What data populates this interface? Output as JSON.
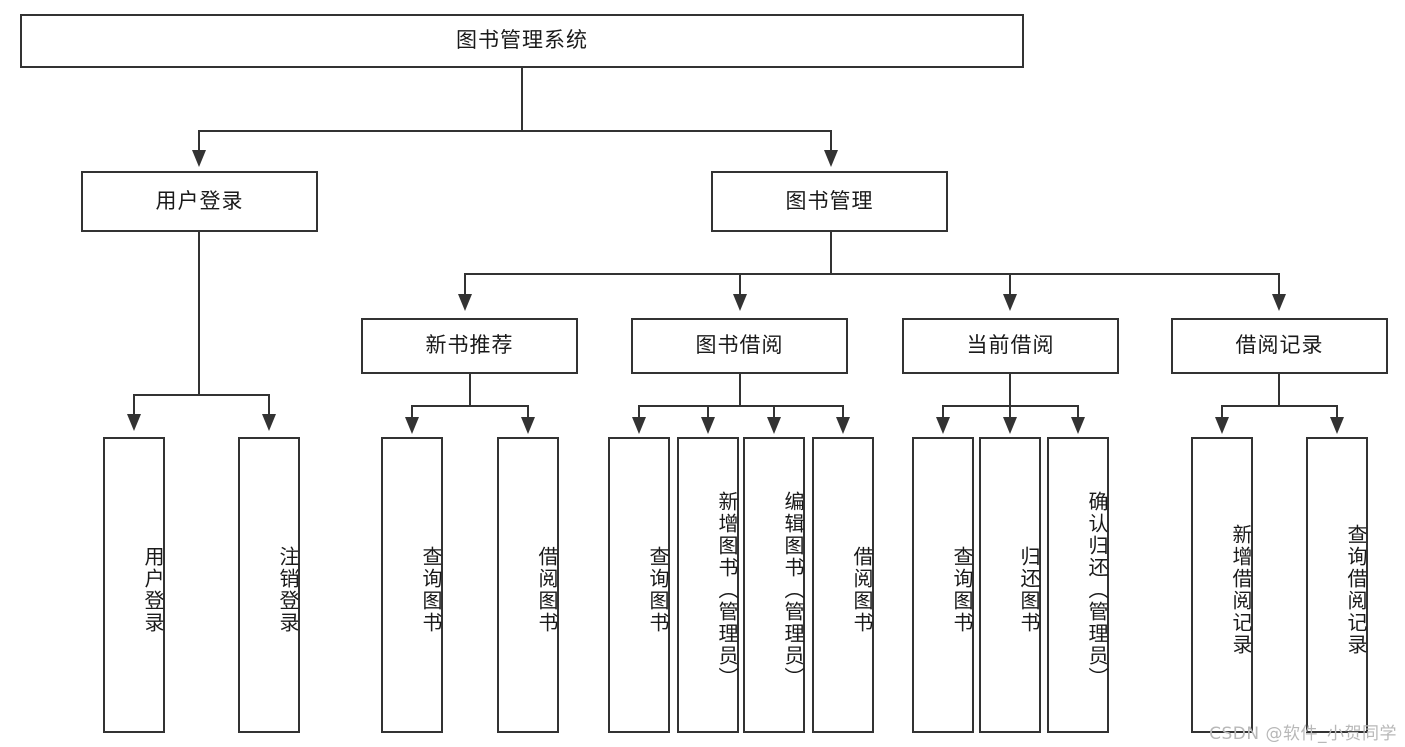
{
  "diagram": {
    "type": "tree-hierarchy",
    "title": "图书管理系统",
    "root": {
      "id": "root",
      "label": "图书管理系统"
    },
    "level2": [
      {
        "id": "user-login",
        "label": "用户登录"
      },
      {
        "id": "book-management",
        "label": "图书管理"
      }
    ],
    "level3": [
      {
        "id": "new-book-recommend",
        "label": "新书推荐",
        "parent": "book-management"
      },
      {
        "id": "book-borrow",
        "label": "图书借阅",
        "parent": "book-management"
      },
      {
        "id": "current-borrow",
        "label": "当前借阅",
        "parent": "book-management"
      },
      {
        "id": "borrow-record",
        "label": "借阅记录",
        "parent": "book-management"
      }
    ],
    "leaves": {
      "user_login": [
        {
          "id": "leaf-user-login",
          "label": "用户登录"
        },
        {
          "id": "leaf-logout-login",
          "label": "注销登录"
        }
      ],
      "new_book_recommend": [
        {
          "id": "leaf-query-book-1",
          "label": "查询图书"
        },
        {
          "id": "leaf-borrow-book-1",
          "label": "借阅图书"
        }
      ],
      "book_borrow": [
        {
          "id": "leaf-query-book-2",
          "label": "查询图书"
        },
        {
          "id": "leaf-add-book",
          "label": "新增图书（管理员）"
        },
        {
          "id": "leaf-edit-book",
          "label": "编辑图书（管理员）"
        },
        {
          "id": "leaf-borrow-book-2",
          "label": "借阅图书"
        }
      ],
      "current_borrow": [
        {
          "id": "leaf-query-book-3",
          "label": "查询图书"
        },
        {
          "id": "leaf-return-book",
          "label": "归还图书"
        },
        {
          "id": "leaf-confirm-return",
          "label": "确认归还（管理员）"
        }
      ],
      "borrow_record": [
        {
          "id": "leaf-add-record",
          "label": "新增借阅记录"
        },
        {
          "id": "leaf-query-record",
          "label": "查询借阅记录"
        }
      ]
    }
  },
  "watermark": {
    "text": "CSDN @软件_小贺同学"
  },
  "colors": {
    "stroke": "#333333",
    "background": "#ffffff",
    "text": "#1a1a1a",
    "watermark": "#b8b8b8"
  }
}
